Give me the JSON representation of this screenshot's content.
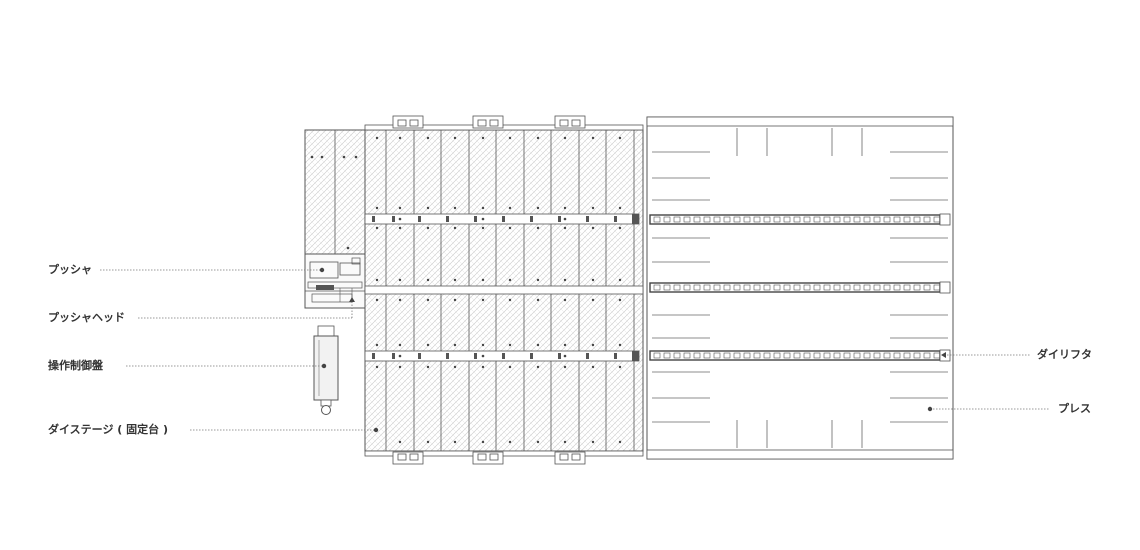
{
  "labels": {
    "pusher": "プッシャ",
    "pusher_head": "プッシャヘッド",
    "control_panel": "操作制御盤",
    "die_stage": "ダイステージ ( 固定台 )",
    "die_lifter": "ダイリフタ",
    "press": "プレス"
  },
  "colors": {
    "line": "#555555",
    "leader": "#777777",
    "hatch": "#c8c8c8",
    "panel_fill": "#f2f2f2"
  },
  "icons": {
    "hinge": "hinge-bracket-icon",
    "roller": "roller-icon",
    "dot": "leader-dot-icon"
  }
}
